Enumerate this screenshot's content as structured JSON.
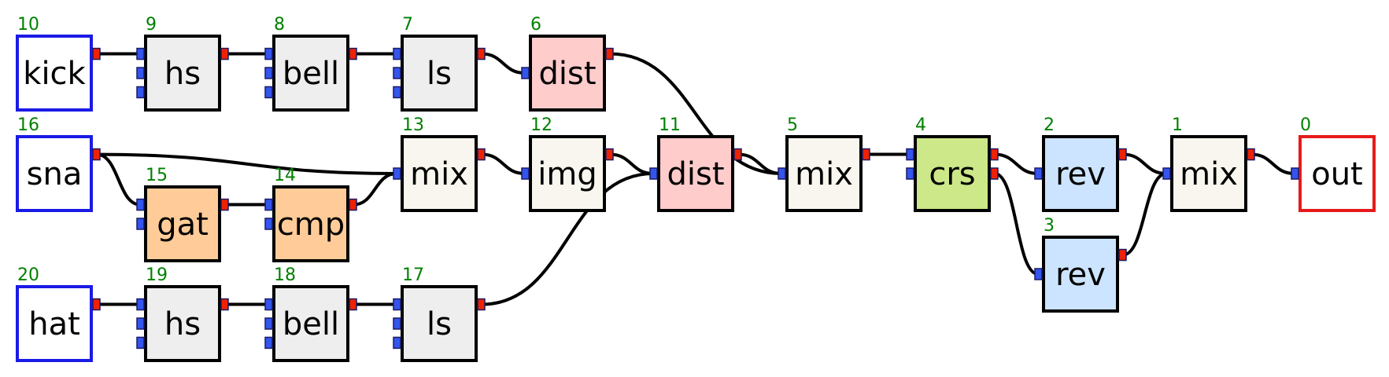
{
  "colors": {
    "edge": "#000000",
    "id_text": "#008000",
    "input_port": "#3355ee",
    "output_port": "#ee2200",
    "port_border": "#1a1a66",
    "source_border": "#1a1ae6",
    "sink_border": "#e61a1a",
    "node_border": "#000000",
    "fills": {
      "source": "#ffffff",
      "sink": "#ffffff",
      "filter": "#eeeeee",
      "distortion": "#ffcccc",
      "mixer": "#f8f6ee",
      "dynamics": "#ffcc99",
      "crossover": "#cce888",
      "reverb": "#cce4ff"
    }
  },
  "nodes": [
    {
      "id": "10",
      "label": "kick",
      "kind": "source",
      "inputs": 0,
      "outputs": 1
    },
    {
      "id": "9",
      "label": "hs",
      "kind": "filter",
      "inputs": 3,
      "outputs": 1
    },
    {
      "id": "8",
      "label": "bell",
      "kind": "filter",
      "inputs": 3,
      "outputs": 1
    },
    {
      "id": "7",
      "label": "ls",
      "kind": "filter",
      "inputs": 3,
      "outputs": 1
    },
    {
      "id": "6",
      "label": "dist",
      "kind": "distortion",
      "inputs": 1,
      "outputs": 1
    },
    {
      "id": "16",
      "label": "sna",
      "kind": "source",
      "inputs": 0,
      "outputs": 1
    },
    {
      "id": "15",
      "label": "gat",
      "kind": "dynamics",
      "inputs": 2,
      "outputs": 1
    },
    {
      "id": "14",
      "label": "cmp",
      "kind": "dynamics",
      "inputs": 2,
      "outputs": 1
    },
    {
      "id": "13",
      "label": "mix",
      "kind": "mixer",
      "inputs": 1,
      "outputs": 1
    },
    {
      "id": "12",
      "label": "img",
      "kind": "mixer",
      "inputs": 1,
      "outputs": 1
    },
    {
      "id": "11",
      "label": "dist",
      "kind": "distortion",
      "inputs": 1,
      "outputs": 1
    },
    {
      "id": "5",
      "label": "mix",
      "kind": "mixer",
      "inputs": 1,
      "outputs": 1
    },
    {
      "id": "4",
      "label": "crs",
      "kind": "crossover",
      "inputs": 2,
      "outputs": 2
    },
    {
      "id": "2",
      "label": "rev",
      "kind": "reverb",
      "inputs": 1,
      "outputs": 1
    },
    {
      "id": "3",
      "label": "rev",
      "kind": "reverb",
      "inputs": 1,
      "outputs": 1
    },
    {
      "id": "1",
      "label": "mix",
      "kind": "mixer",
      "inputs": 1,
      "outputs": 1
    },
    {
      "id": "0",
      "label": "out",
      "kind": "sink",
      "inputs": 1,
      "outputs": 0
    },
    {
      "id": "20",
      "label": "hat",
      "kind": "source",
      "inputs": 0,
      "outputs": 1
    },
    {
      "id": "19",
      "label": "hs",
      "kind": "filter",
      "inputs": 3,
      "outputs": 1
    },
    {
      "id": "18",
      "label": "bell",
      "kind": "filter",
      "inputs": 3,
      "outputs": 1
    },
    {
      "id": "17",
      "label": "ls",
      "kind": "filter",
      "inputs": 3,
      "outputs": 1
    }
  ],
  "edges": [
    {
      "from": "10",
      "out": 0,
      "to": "9",
      "in": 0
    },
    {
      "from": "9",
      "out": 0,
      "to": "8",
      "in": 0
    },
    {
      "from": "8",
      "out": 0,
      "to": "7",
      "in": 0
    },
    {
      "from": "7",
      "out": 0,
      "to": "6",
      "in": 0
    },
    {
      "from": "6",
      "out": 0,
      "to": "5",
      "in": 0
    },
    {
      "from": "16",
      "out": 0,
      "to": "13",
      "in": 0
    },
    {
      "from": "16",
      "out": 0,
      "to": "15",
      "in": 0
    },
    {
      "from": "15",
      "out": 0,
      "to": "14",
      "in": 0
    },
    {
      "from": "14",
      "out": 0,
      "to": "13",
      "in": 0
    },
    {
      "from": "13",
      "out": 0,
      "to": "12",
      "in": 0
    },
    {
      "from": "12",
      "out": 0,
      "to": "11",
      "in": 0
    },
    {
      "from": "11",
      "out": 0,
      "to": "5",
      "in": 0
    },
    {
      "from": "20",
      "out": 0,
      "to": "19",
      "in": 0
    },
    {
      "from": "19",
      "out": 0,
      "to": "18",
      "in": 0
    },
    {
      "from": "18",
      "out": 0,
      "to": "17",
      "in": 0
    },
    {
      "from": "17",
      "out": 0,
      "to": "11",
      "in": 0
    },
    {
      "from": "5",
      "out": 0,
      "to": "4",
      "in": 0
    },
    {
      "from": "4",
      "out": 0,
      "to": "2",
      "in": 0
    },
    {
      "from": "4",
      "out": 1,
      "to": "3",
      "in": 0
    },
    {
      "from": "2",
      "out": 0,
      "to": "1",
      "in": 0
    },
    {
      "from": "3",
      "out": 0,
      "to": "1",
      "in": 0
    },
    {
      "from": "1",
      "out": 0,
      "to": "0",
      "in": 0
    }
  ]
}
